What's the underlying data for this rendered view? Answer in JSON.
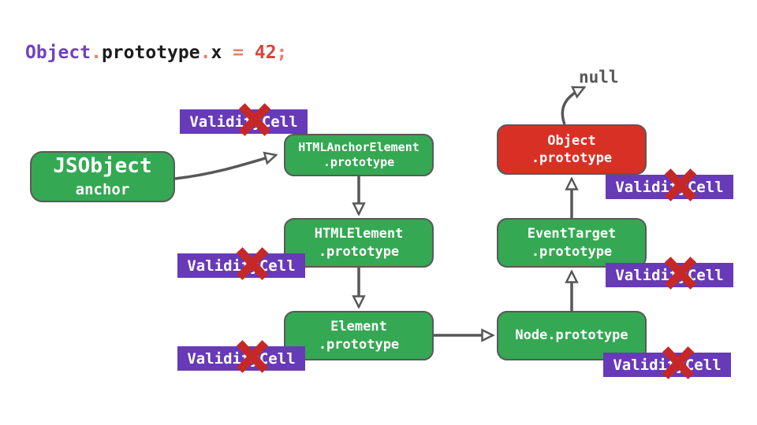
{
  "code": {
    "tokens": [
      {
        "text": "Object",
        "color": "#6f42c1"
      },
      {
        "text": ".",
        "color": "#e97c6c"
      },
      {
        "text": "prototype",
        "color": "#1c1c1c"
      },
      {
        "text": ".",
        "color": "#e97c6c"
      },
      {
        "text": "x",
        "color": "#1c1c1c"
      },
      {
        "text": " = ",
        "color": "#e97c6c"
      },
      {
        "text": "42",
        "color": "#d8453a"
      },
      {
        "text": ";",
        "color": "#e97c6c"
      }
    ]
  },
  "diagram": {
    "null_label": "null",
    "validity_cell_label": "ValidityCell",
    "nodes": {
      "jsobject": {
        "line1": "JSObject",
        "line2": "anchor"
      },
      "html_anchor_element": {
        "line1": "HTMLAnchorElement",
        "line2": ".prototype"
      },
      "html_element": {
        "line1": "HTMLElement",
        "line2": ".prototype"
      },
      "element": {
        "line1": "Element",
        "line2": ".prototype"
      },
      "node": {
        "line1": "Node.prototype"
      },
      "event_target": {
        "line1": "EventTarget",
        "line2": ".prototype"
      },
      "object_prototype": {
        "line1": "Object",
        "line2": ".prototype"
      }
    },
    "colors": {
      "box_green": "#35a853",
      "box_red": "#d93025",
      "badge_purple": "#673ab7",
      "cross_red": "#c62828",
      "arrow_gray": "#575757"
    }
  }
}
